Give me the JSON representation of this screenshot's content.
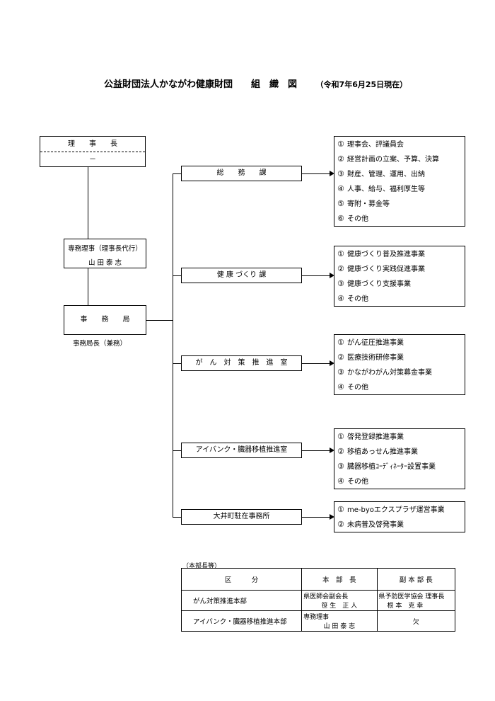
{
  "title": "公益財団法人かながわ健康財団　　組　織　図",
  "date": "（令和7年6月25日現在）",
  "chairman": {
    "label": "理　　事　　長",
    "value": "－"
  },
  "executive": {
    "label": "専務理事（理事長代行）",
    "name": "山 田 泰 志"
  },
  "secretariat": {
    "label": "事　　務　　局",
    "note": "事務局長（兼務）"
  },
  "departments": [
    {
      "name": "総　　務　　課",
      "duties": [
        {
          "num": "①",
          "text": "理事会、評議員会"
        },
        {
          "num": "②",
          "text": "経営計画の立案、予算、決算"
        },
        {
          "num": "③",
          "text": "財産、管理、運用、出納"
        },
        {
          "num": "④",
          "text": "人事、給与、福利厚生等"
        },
        {
          "num": "⑤",
          "text": "寄附・募金等"
        },
        {
          "num": "⑥",
          "text": "その他"
        }
      ]
    },
    {
      "name": "健 康 づくり 課",
      "duties": [
        {
          "num": "①",
          "text": "健康づくり普及推進事業"
        },
        {
          "num": "②",
          "text": "健康づくり実践促進事業"
        },
        {
          "num": "③",
          "text": "健康づくり支援事業"
        },
        {
          "num": "④",
          "text": "その他"
        }
      ]
    },
    {
      "name": "が　ん　対　策　推　進　室",
      "duties": [
        {
          "num": "①",
          "text": "がん征圧推進事業"
        },
        {
          "num": "②",
          "text": "医療技術研修事業"
        },
        {
          "num": "③",
          "text": "かながわがん対策募金事業"
        },
        {
          "num": "④",
          "text": "その他"
        }
      ]
    },
    {
      "name": "アイバンク・臓器移植推進室",
      "duties": [
        {
          "num": "①",
          "text": "啓発登録推進事業"
        },
        {
          "num": "②",
          "text": "移植あっせん推進事業"
        },
        {
          "num": "③",
          "text": "臓器移植ｺｰﾃﾞｨﾈｰﾀｰ設置事業"
        },
        {
          "num": "④",
          "text": "その他"
        }
      ]
    },
    {
      "name": "大井町駐在事務所",
      "duties": [
        {
          "num": "①",
          "text": "me-byoエクスプラザ運営事業"
        },
        {
          "num": "②",
          "text": "未病普及啓発事業"
        }
      ]
    }
  ],
  "hq": {
    "caption": "（本部長等）",
    "headers": [
      "区　　　分",
      "本　部　長",
      "副 本 部 長"
    ],
    "rows": [
      {
        "division": "がん対策推進本部",
        "chief_role": "県医師会副会長",
        "chief_name": "笹 生　正 人",
        "deputy_role": "県予防医学協会 理事長",
        "deputy_name": "根 本　克 幸"
      },
      {
        "division": "アイバンク・臓器移植推進本部",
        "chief_role": "専務理事",
        "chief_name": "山 田 泰 志",
        "deputy_role": "",
        "deputy_name": "欠"
      }
    ]
  }
}
